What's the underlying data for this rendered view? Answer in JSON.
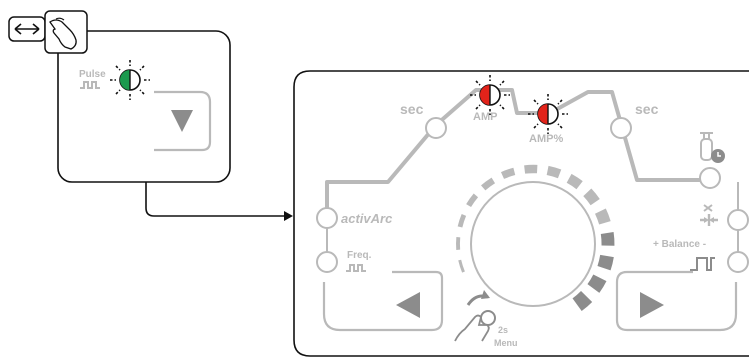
{
  "left_panel": {
    "icons": [
      "horizontal-double-arrow-icon",
      "hand-press-icon"
    ],
    "pulse_label": "Pulse",
    "pulse_led_colors": [
      "#1a9a4e",
      "#ffffff"
    ],
    "down_button_icon": "triangle-down-icon"
  },
  "main_panel": {
    "sec_left": "sec",
    "sec_right": "sec",
    "amp_label": "AMP",
    "amp_pct_label": "AMP%",
    "led_red": "#e2231a",
    "activarc_label": "activArc",
    "freq_label": "Freq.",
    "balance_label": "+ Balance -",
    "menu_hold_label": "2s",
    "menu_label": "Menu",
    "left_button_icon": "triangle-left-icon",
    "right_button_icon": "triangle-right-icon",
    "gas_icon": "gas-cylinder-clock-icon",
    "torch_icon": "torch-cooling-icon",
    "menu_icon": "hand-rotate-menu-icon"
  },
  "colors": {
    "outline": "#111111",
    "gray": "#b9b9b9",
    "led_green": "#1a9a4e",
    "led_red": "#e2231a"
  }
}
